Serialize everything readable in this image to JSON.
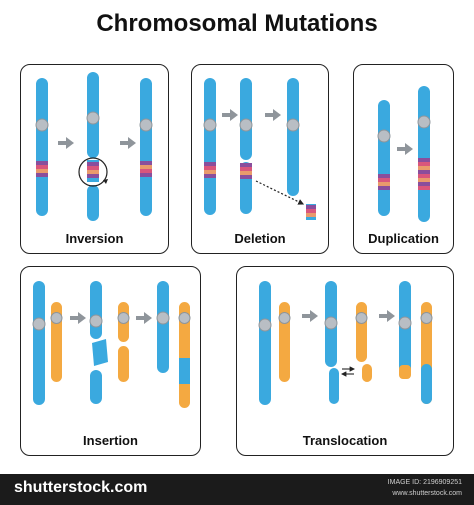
{
  "title": "Chromosomal Mutations",
  "panels": {
    "inversion": "Inversion",
    "deletion": "Deletion",
    "duplication": "Duplication",
    "insertion": "Insertion",
    "translocation": "Translocation"
  },
  "footer": {
    "brand": "shutterstock.com",
    "image_id": "IMAGE ID: 2196909251",
    "site": "www.shutterstock.com"
  },
  "colors": {
    "blue": "#3aa9df",
    "orange": "#f4a941",
    "centromere": "#b9bec4",
    "band_purple": "#8a4e9c",
    "band_pink": "#d9567c",
    "band_salmon": "#e99a6c"
  }
}
